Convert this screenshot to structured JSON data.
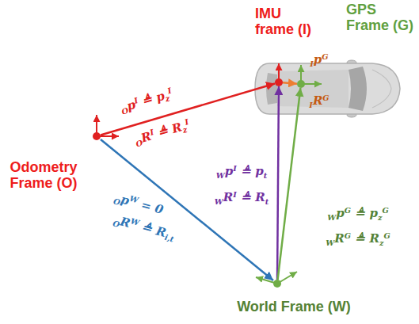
{
  "diagram": {
    "nodes": [
      {
        "text": [
          "IMU frame (I)"
        ]
      },
      {
        "text": [
          "GPS Frame (G)"
        ]
      },
      {
        "text": [
          "Odometry Frame (O)"
        ]
      },
      {
        "text": [
          "World Frame (W)"
        ]
      }
    ],
    "edges": [
      {
        "from": 2,
        "to": 0,
        "arrow": "to"
      },
      {
        "from": 2,
        "to": 3,
        "arrow": "to"
      },
      {
        "from": 3,
        "to": 0,
        "arrow": "to"
      },
      {
        "from": 3,
        "to": 1,
        "arrow": "to"
      },
      {
        "from": 0,
        "to": 1,
        "arrow": "to"
      }
    ],
    "labels": [
      "IpG",
      "OpI ≜ pzI",
      "IRG",
      "ORI ≜ RzI",
      "WpI ≜ pt",
      "WRI ≜ Rt",
      "OpW = 0",
      "ORW ≜ Ri,t",
      "WpG ≜ pzG",
      "WRG ≜ RzG"
    ]
  }
}
